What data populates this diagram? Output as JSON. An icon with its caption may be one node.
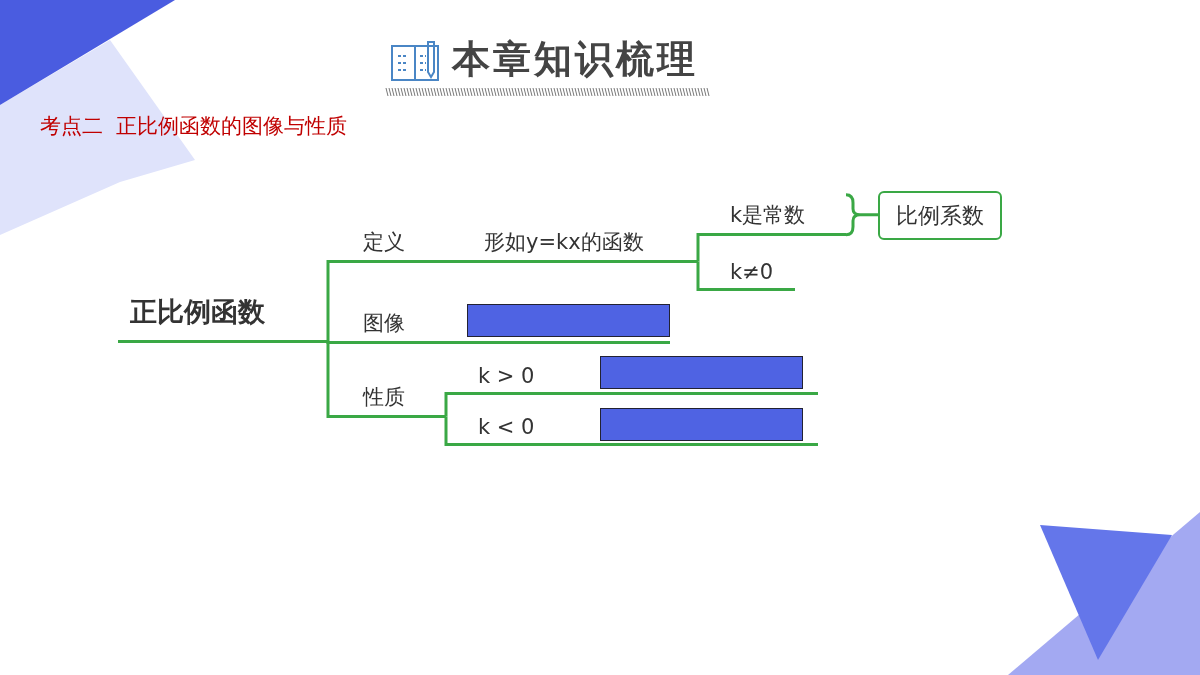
{
  "diagram": {
    "title": "本章知识梳理",
    "nodes": [
      {
        "text": [
          "正比例函数"
        ]
      },
      {
        "text": [
          "定义"
        ]
      },
      {
        "text": [
          "形如y=kx的函数"
        ]
      },
      {
        "text": [
          "k是常数"
        ]
      },
      {
        "text": [
          "k≠0"
        ]
      },
      {
        "text": [
          "比例系数"
        ]
      },
      {
        "text": [
          "图像"
        ]
      },
      {
        "text": [],
        "shape": "bar",
        "in": 6
      },
      {
        "text": [
          "性质"
        ]
      },
      {
        "text": [
          "k > 0"
        ]
      },
      {
        "text": [],
        "shape": "bar",
        "in": 9
      },
      {
        "text": [
          "k < 0"
        ]
      },
      {
        "text": [],
        "shape": "bar",
        "in": 11
      }
    ],
    "edges": [
      {
        "from": 0,
        "to": 1,
        "arrow": "none"
      },
      {
        "from": 1,
        "to": 2,
        "arrow": "none"
      },
      {
        "from": 2,
        "to": 3,
        "arrow": "none"
      },
      {
        "from": 2,
        "to": 4,
        "arrow": "none"
      },
      {
        "from": 3,
        "to": 5,
        "arrow": "none"
      },
      {
        "from": 0,
        "to": 6,
        "arrow": "none"
      },
      {
        "from": 0,
        "to": 8,
        "arrow": "none"
      },
      {
        "from": 8,
        "to": 9,
        "arrow": "none"
      },
      {
        "from": 8,
        "to": 11,
        "arrow": "none"
      }
    ],
    "labels": [
      "考点二  正比例函数的图像与性质"
    ]
  }
}
